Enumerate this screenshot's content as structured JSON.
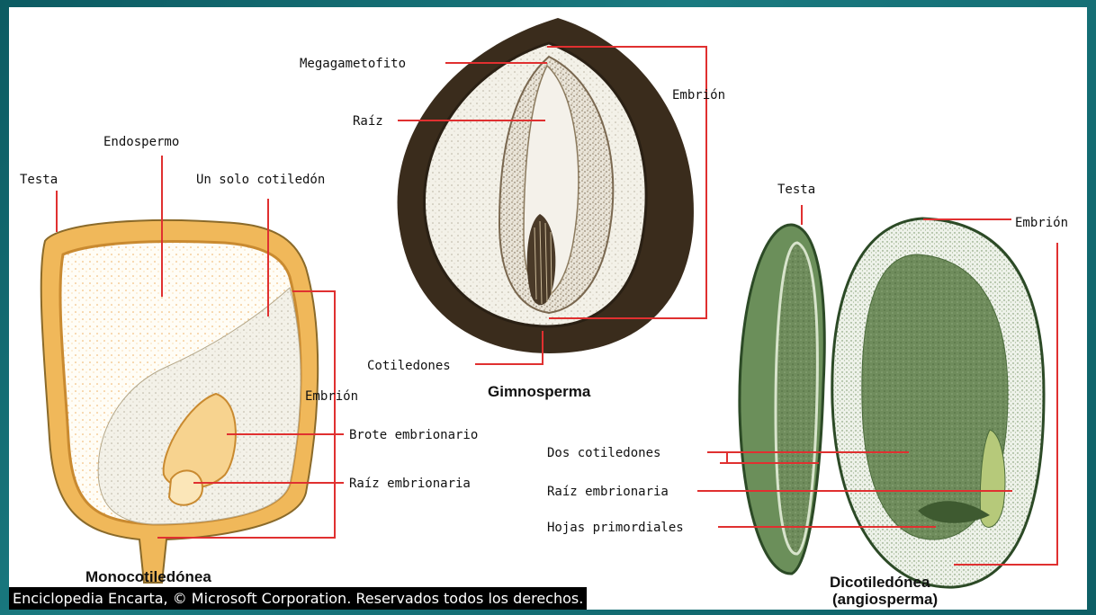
{
  "gimnosperma": {
    "title": "Gimnosperma",
    "labels": {
      "megagametofito": "Megagametofito",
      "raiz": "Raíz",
      "embrion": "Embrión",
      "cotiledones": "Cotiledones"
    }
  },
  "monocotiledonea": {
    "title": "Monocotiledónea",
    "labels": {
      "endospermo": "Endospermo",
      "testa": "Testa",
      "un_solo_cotiledon": "Un solo cotiledón",
      "embrion": "Embrión",
      "brote_embrionario": "Brote embrionario",
      "raiz_embrionaria": "Raíz embrionaria"
    }
  },
  "dicotiledonea": {
    "title_line1": "Dicotiledónea",
    "title_line2": "(angiosperma)",
    "labels": {
      "testa": "Testa",
      "embrion": "Embrión",
      "dos_cotiledones": "Dos cotiledones",
      "raiz_embrionaria": "Raíz embrionaria",
      "hojas_primordiales": "Hojas primordiales"
    }
  },
  "credit": "Enciclopedia Encarta, © Microsoft Corporation. Reservados todos los derechos.",
  "colors": {
    "leader_line": "#e03030",
    "background_frame": "#0f5f66",
    "gymno_shell": "#3a2c1c",
    "mono_testa": "#f0b85a",
    "dicot_green": "#6b8f5a"
  }
}
